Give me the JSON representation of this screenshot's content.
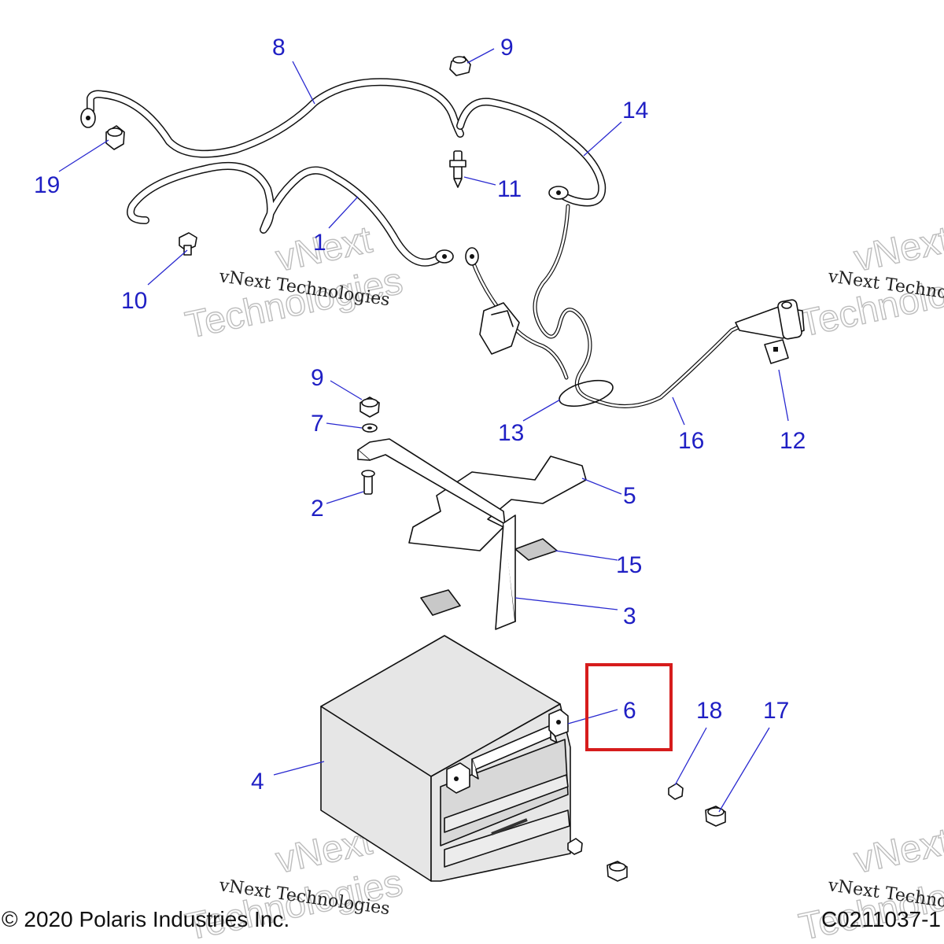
{
  "callouts": {
    "c1": "1",
    "c2": "2",
    "c3": "3",
    "c4": "4",
    "c5": "5",
    "c6": "6",
    "c7": "7",
    "c8": "8",
    "c9a": "9",
    "c9b": "9",
    "c10": "10",
    "c11": "11",
    "c12": "12",
    "c13": "13",
    "c14": "14",
    "c15": "15",
    "c16": "16",
    "c17": "17",
    "c18": "18",
    "c19": "19"
  },
  "watermark": {
    "brand": "vNext Technologies",
    "big_line1": "vNext",
    "big_line2": "Technologies"
  },
  "footer": {
    "copyright": "© 2020 Polaris Industries Inc.",
    "diagram_code": "C0211037-1"
  },
  "colors": {
    "callout": "#1f1fc4",
    "highlight": "#d61c1c"
  }
}
